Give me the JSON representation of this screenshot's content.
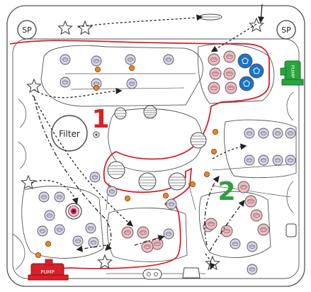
{
  "labels": {
    "sp_left": "SP",
    "sp_right": "SP",
    "filter": "Filter",
    "zone_1": "1",
    "zone_2": "2",
    "pump_top": "PUMP",
    "pump_bottom": "PUMP"
  },
  "colors": {
    "outline": "#555555",
    "circuit_line": "#d8202a",
    "zone_1": "#d8202a",
    "zone_2": "#2e9e3e",
    "jet_blue": "#1a73c8",
    "jet_pink": "#f2b8c2",
    "jet_lavender": "#d9d4ea",
    "light_orange": "#e8862a",
    "pump_green": "#27a63b",
    "pump_red": "#d8202a",
    "flow_arrow": "#222222"
  },
  "icons": [
    "star-valve-icon",
    "grate-icon",
    "filter-icon",
    "pump-icon",
    "jet-icon",
    "light-icon"
  ]
}
